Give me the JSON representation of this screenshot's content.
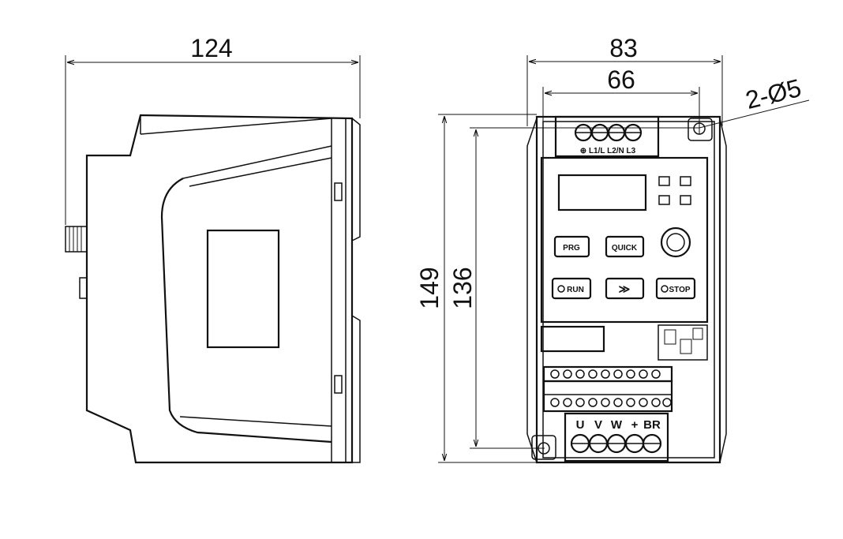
{
  "dimensions": {
    "side_depth": "124",
    "front_width": "83",
    "mount_spacing_horizontal": "66",
    "mount_holes": "2-Ø5",
    "overall_height": "149",
    "mount_spacing_vertical": "136"
  },
  "keypad": {
    "prg": "PRG",
    "quick": "QUICK",
    "run": "RUN",
    "shift": "≫",
    "stop": "STOP"
  },
  "terminals": {
    "input_label": "⊕ L1/L L2/N L3",
    "output_labels": [
      "U",
      "V",
      "W",
      "+",
      "BR"
    ]
  }
}
